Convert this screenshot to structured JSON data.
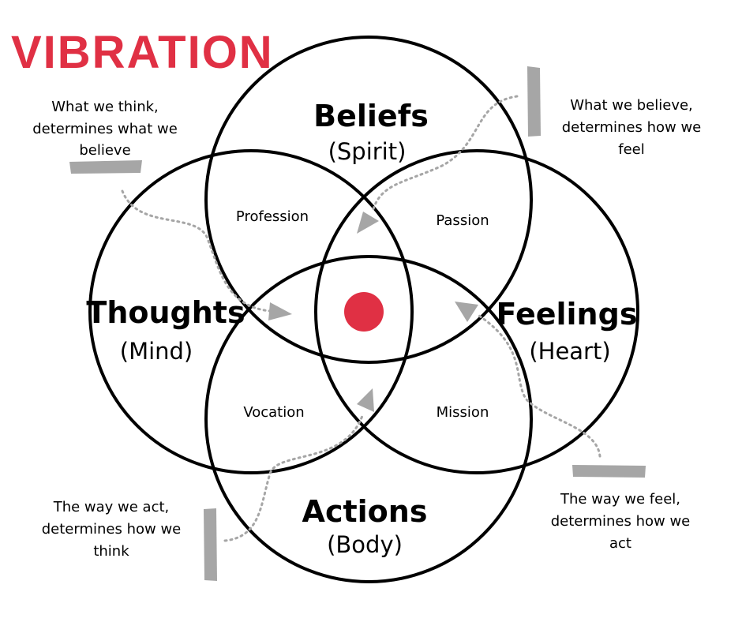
{
  "title": "VIBRATION",
  "colors": {
    "accent": "#e03044",
    "arrows": "#a6a6a6",
    "lines": "#000000"
  },
  "circles": {
    "beliefs": {
      "label": "Beliefs",
      "sub": "(Spirit)"
    },
    "thoughts": {
      "label": "Thoughts",
      "sub": "(Mind)"
    },
    "feelings": {
      "label": "Feelings",
      "sub": "(Heart)"
    },
    "actions": {
      "label": "Actions",
      "sub": "(Body)"
    }
  },
  "overlaps": {
    "profession": "Profession",
    "passion": "Passion",
    "vocation": "Vocation",
    "mission": "Mission"
  },
  "notes": {
    "think": [
      "What we think,",
      "determines what we",
      "believe"
    ],
    "believe": [
      "What we believe,",
      "determines how we",
      "feel"
    ],
    "act": [
      "The way we act,",
      "determines how we",
      "think"
    ],
    "feel": [
      "The way we feel,",
      "determines how we",
      "act"
    ]
  }
}
